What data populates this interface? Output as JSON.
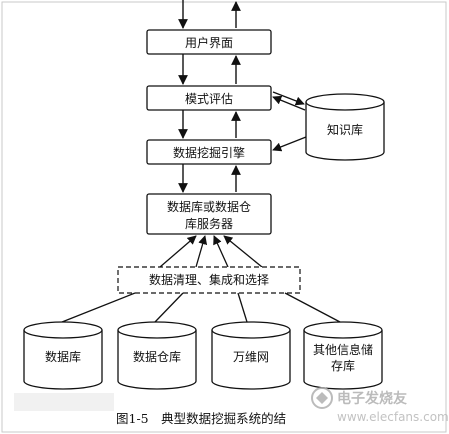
{
  "diagram": {
    "boxes": {
      "user_interface": "用户界面",
      "pattern_evaluation": "模式评估",
      "mining_engine": "数据挖掘引擎",
      "db_server_line1": "数据库或数据仓",
      "db_server_line2": "库服务器",
      "cleaning": "数据清理、集成和选择"
    },
    "knowledge_base": "知识库",
    "sources": {
      "database": "数据库",
      "warehouse": "数据仓库",
      "www": "万维网",
      "other_line1": "其他信息储",
      "other_line2": "存库"
    },
    "caption": "图1-5　典型数据挖掘系统的结",
    "watermark": {
      "site_name": "电子发烧友",
      "site_url": "www.elecfans.com"
    }
  }
}
